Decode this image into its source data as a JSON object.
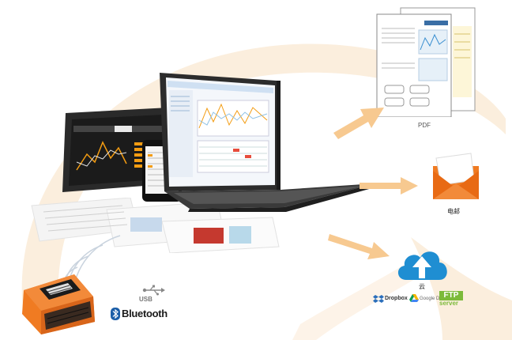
{
  "labels": {
    "pdf": "PDF",
    "email": "电邮",
    "cloud": "云"
  },
  "connectivity": {
    "usb": "USB",
    "bluetooth": "Bluetooth"
  },
  "cloud_services": {
    "dropbox": "Dropbox",
    "google_drive": "Google Drive",
    "ftp": "FTP",
    "server": "server"
  },
  "icons": {
    "usb": "usb-icon",
    "bluetooth": "bluetooth-icon",
    "email": "envelope-icon",
    "cloud": "cloud-upload-icon",
    "dropbox": "dropbox-icon",
    "google_drive": "google-drive-icon"
  },
  "colors": {
    "swoosh": "#f8e6d2",
    "arrow": "#f7c990",
    "envelope": "#f07b22",
    "cloud": "#1f8ed2",
    "device": "#f07b22",
    "ftp": "#7cba3a"
  }
}
